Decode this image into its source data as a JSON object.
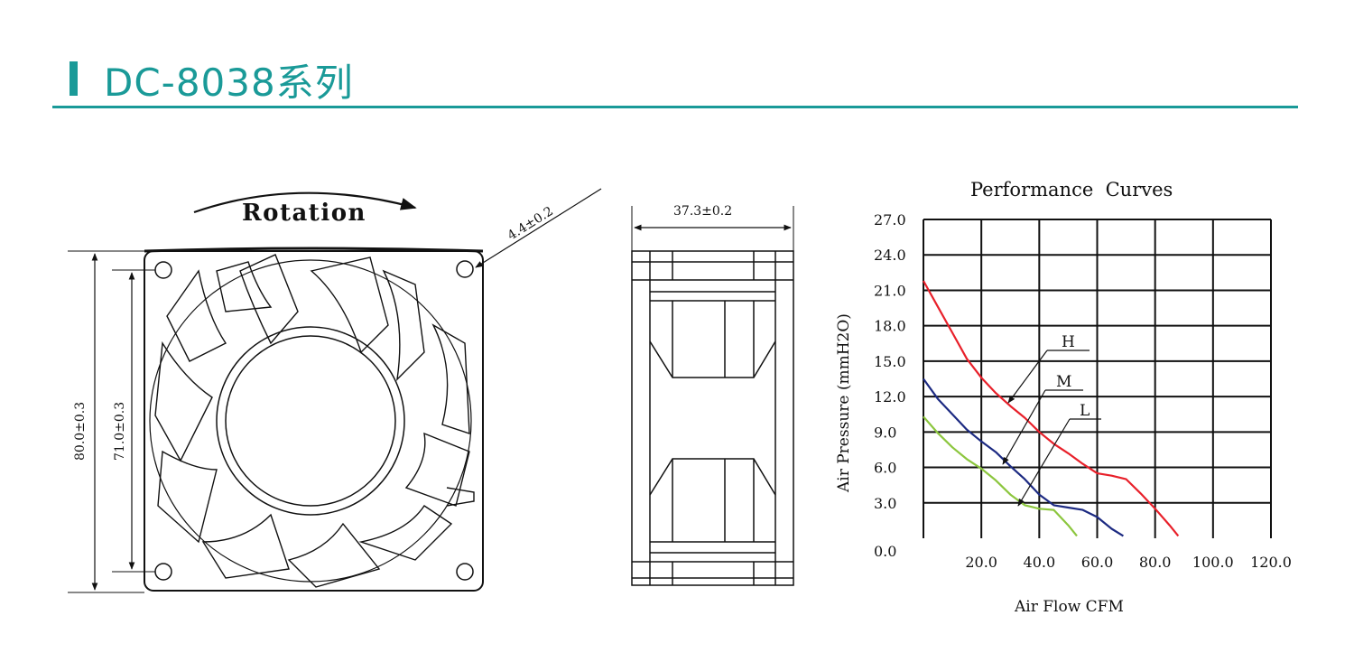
{
  "header": {
    "title": "DC-8038系列",
    "accent_color": "#1a9a98"
  },
  "front_view": {
    "rotation_label": "Rotation",
    "hole_dim": "4.4±0.2",
    "outer_dim": "80.0±0.3",
    "hole_spacing_dim": "71.0±0.3"
  },
  "side_view": {
    "depth_dim": "37.3±0.2"
  },
  "chart_data": {
    "type": "line",
    "title": "Performance  Curves",
    "xlabel": "Air Flow CFM",
    "ylabel": "Air Pressure (mmH2O)",
    "x_ticks": [
      "20.0",
      "40.0",
      "60.0",
      "80.0",
      "100.0",
      "120.0"
    ],
    "y_ticks": [
      "0.0",
      "3.0",
      "6.0",
      "9.0",
      "12.0",
      "15.0",
      "18.0",
      "21.0",
      "24.0",
      "27.0"
    ],
    "xlim": [
      0,
      120
    ],
    "ylim": [
      0,
      27
    ],
    "grid": true,
    "series": [
      {
        "name": "H",
        "color": "#e8202a",
        "x": [
          0,
          5,
          10,
          15,
          20,
          25,
          30,
          35,
          40,
          45,
          50,
          55,
          60,
          65,
          70,
          75,
          80,
          85,
          88
        ],
        "y": [
          21.8,
          19.6,
          17.4,
          15.2,
          13.6,
          12.3,
          11.2,
          10.2,
          9.0,
          8.0,
          7.2,
          6.3,
          5.5,
          5.3,
          5.0,
          3.8,
          2.5,
          1.1,
          0.2
        ]
      },
      {
        "name": "M",
        "color": "#1c2a82",
        "x": [
          0,
          5,
          10,
          15,
          20,
          25,
          30,
          35,
          40,
          45,
          50,
          55,
          60,
          65,
          69
        ],
        "y": [
          13.5,
          11.8,
          10.5,
          9.2,
          8.2,
          7.3,
          6.1,
          5.0,
          3.7,
          2.8,
          2.6,
          2.4,
          1.8,
          0.8,
          0.2
        ]
      },
      {
        "name": "L",
        "color": "#8cc63e",
        "x": [
          0,
          5,
          10,
          15,
          20,
          25,
          30,
          35,
          40,
          45,
          50,
          53
        ],
        "y": [
          10.3,
          8.9,
          7.7,
          6.7,
          5.9,
          4.9,
          3.7,
          2.8,
          2.5,
          2.4,
          1.1,
          0.2
        ]
      }
    ]
  }
}
